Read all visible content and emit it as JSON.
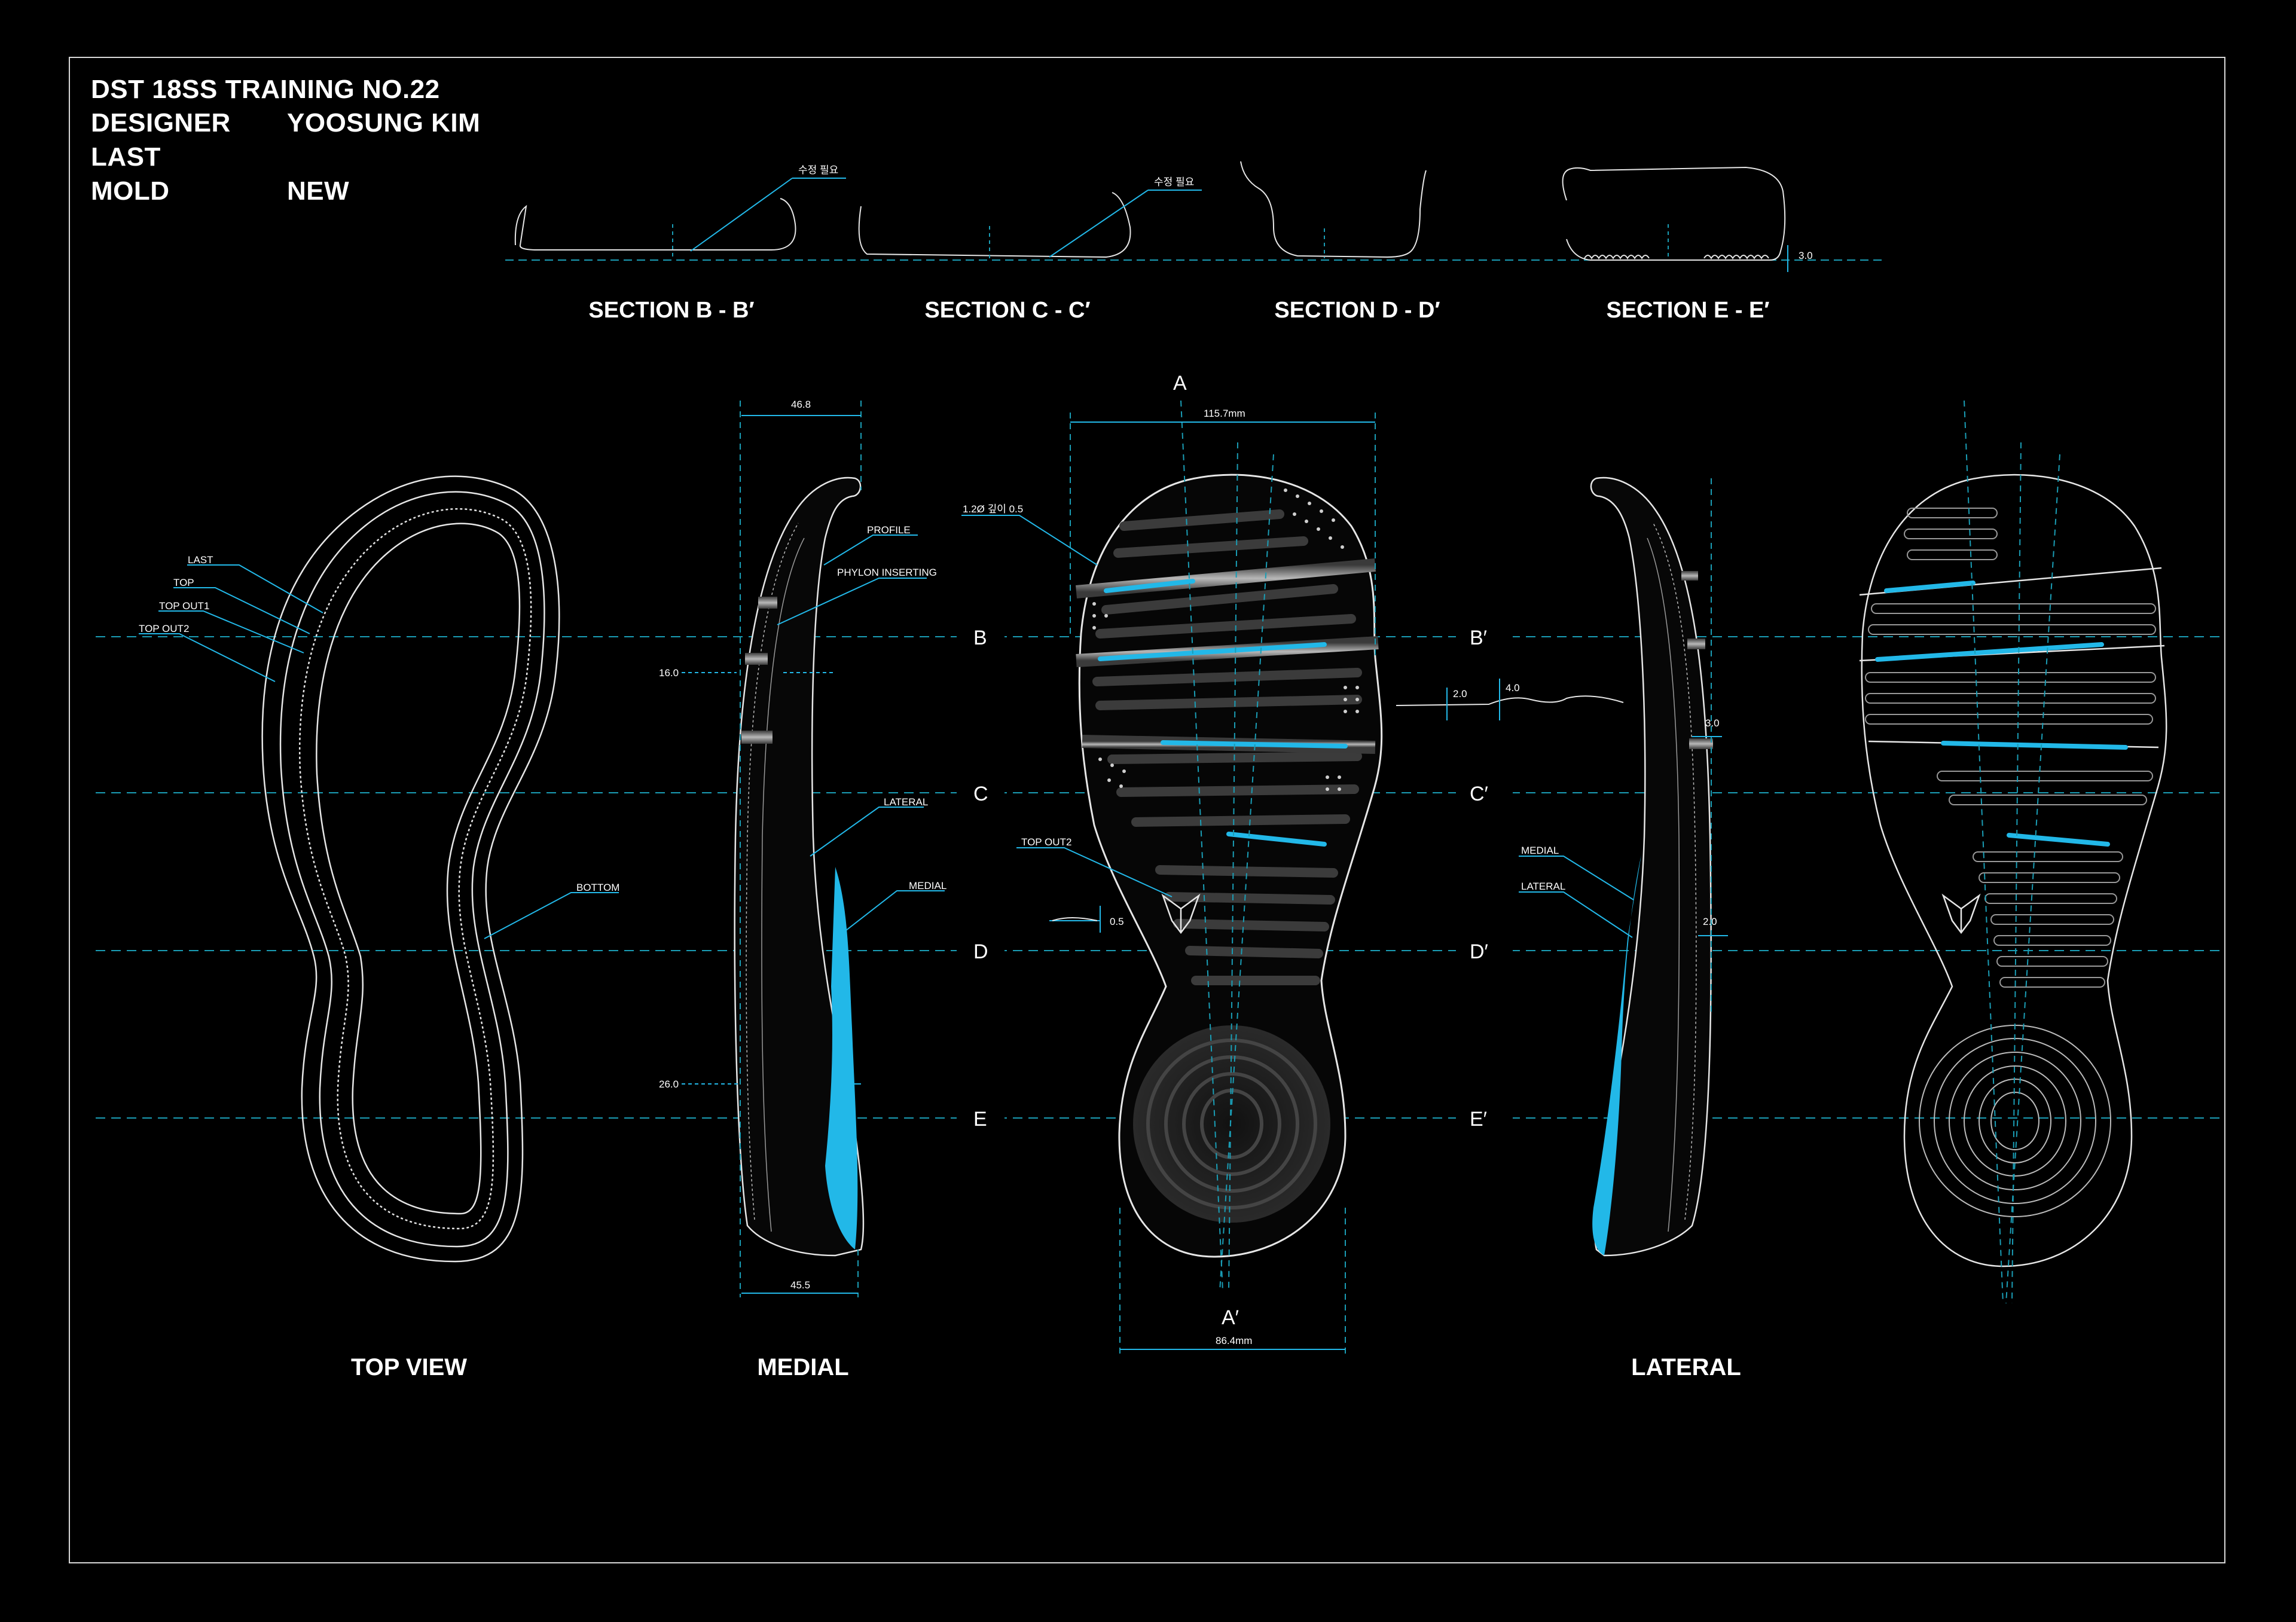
{
  "header": {
    "title": "DST 18SS TRAINING NO.22",
    "designer_label": "DESIGNER",
    "designer_value": "YOOSUNG KIM",
    "last_label": "LAST",
    "last_value": "",
    "mold_label": "MOLD",
    "mold_value": "NEW"
  },
  "sections": {
    "b": "SECTION B - B′",
    "c": "SECTION C - C′",
    "d": "SECTION D - D′",
    "e": "SECTION E - E′",
    "note_b": "수정 필요",
    "note_c": "수정 필요",
    "dim_e": "3.0"
  },
  "views": {
    "top": "TOP VIEW",
    "medial": "MEDIAL",
    "lateral": "LATERAL"
  },
  "section_markers": {
    "left": [
      "B",
      "C",
      "D",
      "E"
    ],
    "right": [
      "B′",
      "C′",
      "D′",
      "E′"
    ],
    "top": "A",
    "bottom": "A′"
  },
  "top_view_callouts": [
    "LAST",
    "TOP",
    "TOP OUT1",
    "TOP OUT2",
    "BOTTOM"
  ],
  "medial_callouts": [
    "PROFILE",
    "PHYLON INSERTING",
    "LATERAL",
    "MEDIAL"
  ],
  "lateral_callouts": [
    "MEDIAL",
    "LATERAL"
  ],
  "dimensions": {
    "medial_top": "46.8",
    "medial_bottom": "45.5",
    "medial_16": "16.0",
    "medial_26": "26.0",
    "outsole_width": "115.7mm",
    "outsole_heel": "86.4mm",
    "groove_note": "1.2Ø 깊이 0.5",
    "top_out2": "TOP OUT2",
    "logo_depth": "0.5",
    "profile_a": "2.0",
    "profile_b": "4.0",
    "lateral_30": "3.0",
    "lateral_20": "2.0"
  },
  "colors": {
    "line": "#e6e6e6",
    "accent": "#22b8e8",
    "guide": "#1a9db5",
    "background": "#000000"
  }
}
